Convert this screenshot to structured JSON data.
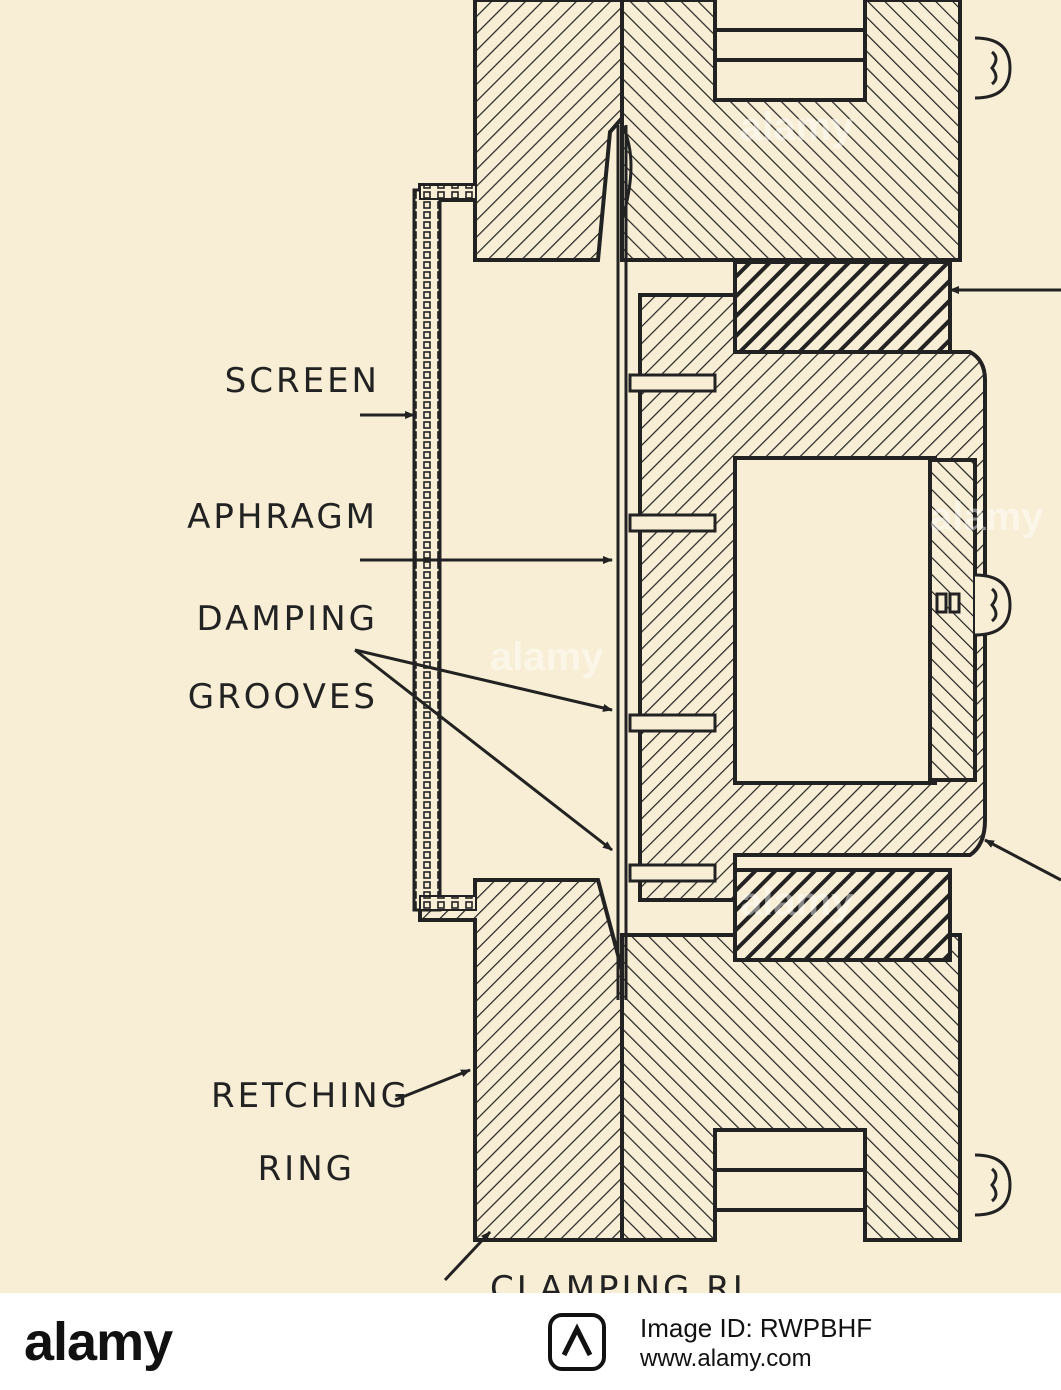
{
  "labels": {
    "screen": "SCREEN",
    "diaphragm": "APHRAGM",
    "damping_1": "DAMPING",
    "damping_2": "GROOVES",
    "stretching_1": "RETCHING",
    "stretching_2": "RING",
    "clamping": "CLAMPING RI"
  },
  "watermark_text": "alamy",
  "footer": {
    "brand": "alamy",
    "image_id": "Image ID: RWPBHF",
    "site": "www.alamy.com"
  },
  "colors": {
    "paper": "#f7eed5",
    "ink": "#222222",
    "footer_bg": "#ffffff"
  }
}
